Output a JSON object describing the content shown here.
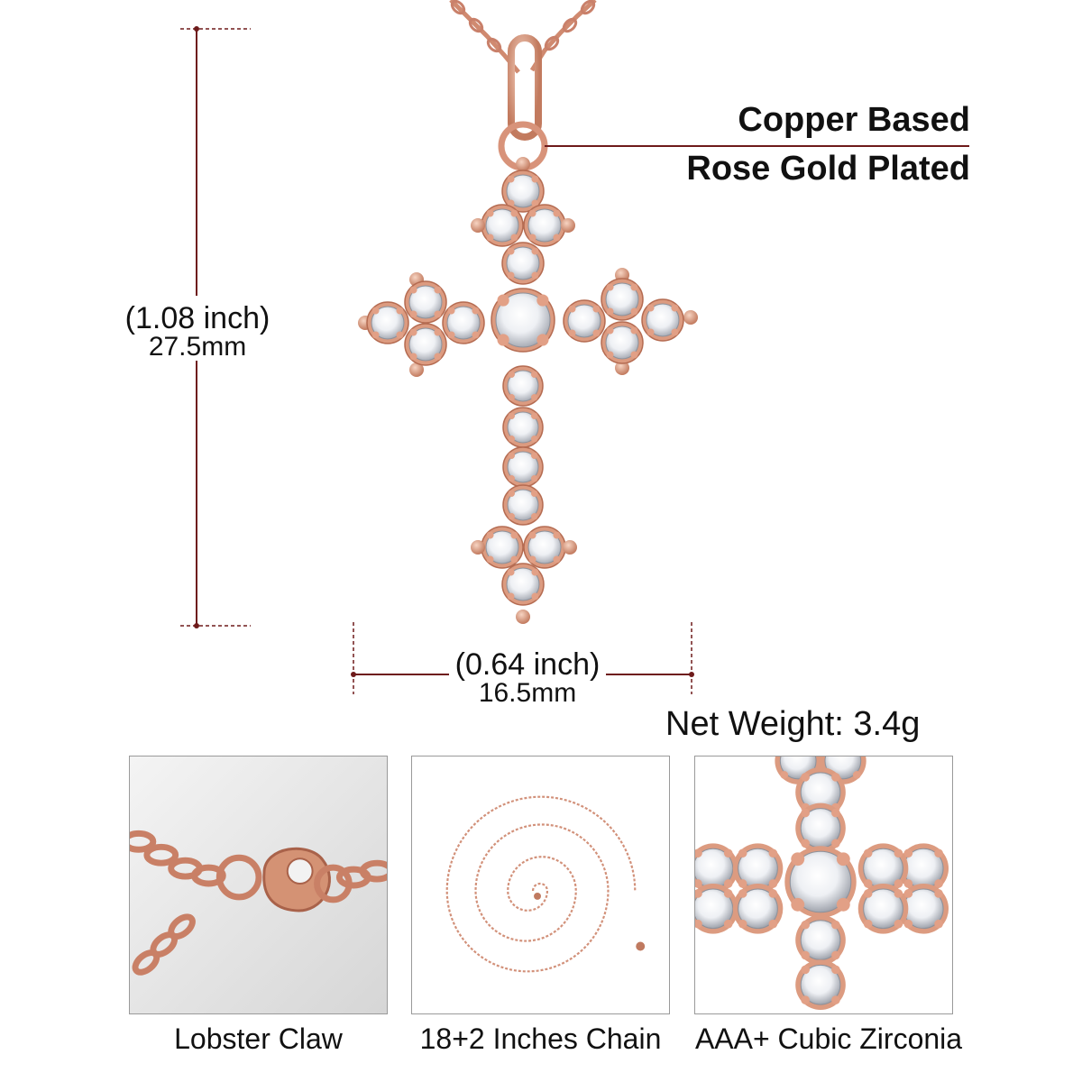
{
  "material": {
    "line1": "Copper Based",
    "line2": "Rose Gold Plated"
  },
  "height_dim": {
    "inch": "(1.08 inch)",
    "mm": "27.5mm"
  },
  "width_dim": {
    "inch": "(0.64 inch)",
    "mm": "16.5mm"
  },
  "weight": "Net Weight: 3.4g",
  "features": [
    {
      "caption": "Lobster Claw"
    },
    {
      "caption": "18+2 Inches Chain"
    },
    {
      "caption": "AAA+ Cubic Zirconia"
    }
  ],
  "colors": {
    "rose_gold": "#d9957a",
    "dimension_line": "#6e1a1a"
  }
}
